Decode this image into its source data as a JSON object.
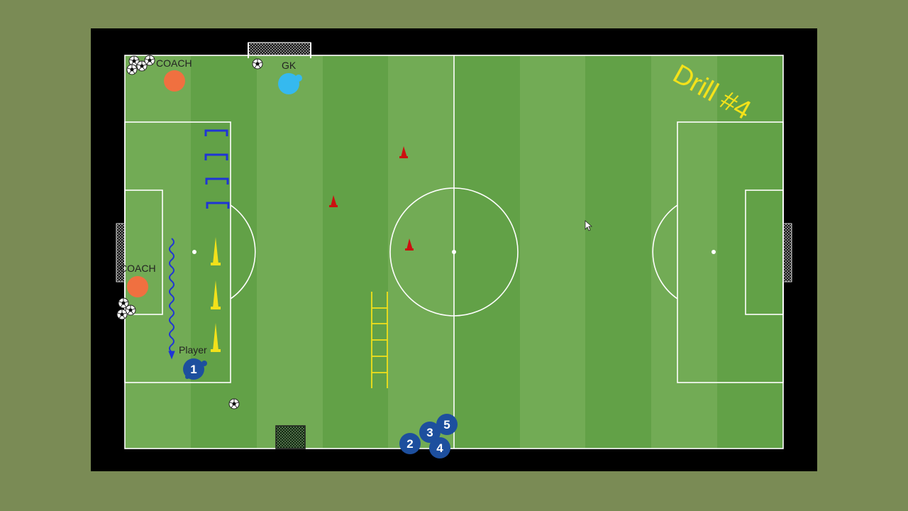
{
  "title": "Drill #4",
  "labels": {
    "coach_top": "COACH",
    "coach_left": "COACH",
    "gk": "GK",
    "player": "Player"
  },
  "players": [
    "1",
    "2",
    "3",
    "4",
    "5"
  ],
  "colors": {
    "frame": "#000000",
    "surround": "#7a8b55",
    "pitch_light": "#72ab55",
    "pitch_dark": "#62a147",
    "lines": "#ffffff",
    "title": "#f4e21a",
    "coach": "#f07040",
    "goalkeeper": "#35b9ef",
    "player": "#1d4f9e",
    "hurdle": "#1f35d6",
    "cone_red": "#cc1010",
    "cone_yellow": "#f2e11a",
    "ladder": "#f2e11a",
    "run_path": "#1f35d6"
  },
  "icons": {
    "ball": "soccer-ball-icon",
    "cone": "cone-icon",
    "hurdle": "mini-hurdle-icon",
    "ladder": "agility-ladder-icon",
    "goal": "goal-icon",
    "cursor": "mouse-pointer-icon"
  }
}
